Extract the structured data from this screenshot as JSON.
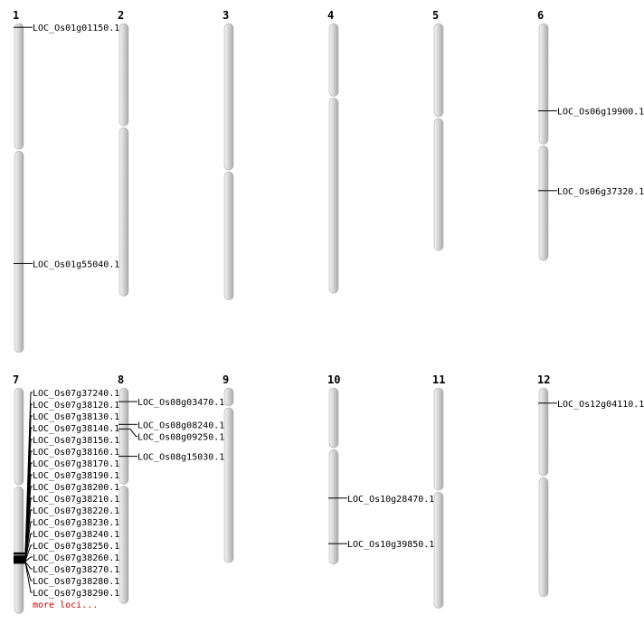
{
  "colors": {
    "chromosome_light": "#f4f4f4",
    "chromosome_mid": "#d6d6d6",
    "chromosome_dark": "#a8a8a8",
    "more_loci": "#cc0000"
  },
  "chromosomes": [
    {
      "id": "1",
      "length_mb": 43.3,
      "centromere_mb": 16.7,
      "loci": [
        {
          "name": "LOC_Os01g01150.1",
          "pos_mb": 0.5
        },
        {
          "name": "LOC_Os01g55040.1",
          "pos_mb": 31.6
        }
      ]
    },
    {
      "id": "2",
      "length_mb": 35.9,
      "centromere_mb": 13.6,
      "loci": []
    },
    {
      "id": "3",
      "length_mb": 36.4,
      "centromere_mb": 19.4,
      "loci": []
    },
    {
      "id": "4",
      "length_mb": 35.5,
      "centromere_mb": 9.7,
      "loci": []
    },
    {
      "id": "5",
      "length_mb": 29.9,
      "centromere_mb": 12.4,
      "loci": []
    },
    {
      "id": "6",
      "length_mb": 31.2,
      "centromere_mb": 16.0,
      "loci": [
        {
          "name": "LOC_Os06g19900.1",
          "pos_mb": 11.5
        },
        {
          "name": "LOC_Os06g37320.1",
          "pos_mb": 22.0
        }
      ]
    },
    {
      "id": "7",
      "length_mb": 29.7,
      "centromere_mb": 12.9,
      "loci": [
        {
          "name": "LOC_Os07g37240.1",
          "pos_mb": 21.8
        },
        {
          "name": "LOC_Os07g38120.1",
          "pos_mb": 22.2
        },
        {
          "name": "LOC_Os07g38130.1",
          "pos_mb": 22.25
        },
        {
          "name": "LOC_Os07g38140.1",
          "pos_mb": 22.3
        },
        {
          "name": "LOC_Os07g38150.1",
          "pos_mb": 22.35
        },
        {
          "name": "LOC_Os07g38160.1",
          "pos_mb": 22.4
        },
        {
          "name": "LOC_Os07g38170.1",
          "pos_mb": 22.45
        },
        {
          "name": "LOC_Os07g38190.1",
          "pos_mb": 22.5
        },
        {
          "name": "LOC_Os07g38200.1",
          "pos_mb": 22.55
        },
        {
          "name": "LOC_Os07g38210.1",
          "pos_mb": 22.6
        },
        {
          "name": "LOC_Os07g38220.1",
          "pos_mb": 22.65
        },
        {
          "name": "LOC_Os07g38230.1",
          "pos_mb": 22.7
        },
        {
          "name": "LOC_Os07g38240.1",
          "pos_mb": 22.75
        },
        {
          "name": "LOC_Os07g38250.1",
          "pos_mb": 22.8
        },
        {
          "name": "LOC_Os07g38260.1",
          "pos_mb": 22.85
        },
        {
          "name": "LOC_Os07g38270.1",
          "pos_mb": 22.9
        },
        {
          "name": "LOC_Os07g38280.1",
          "pos_mb": 22.95
        },
        {
          "name": "LOC_Os07g38290.1",
          "pos_mb": 23.0
        }
      ],
      "more_label": "more loci..."
    },
    {
      "id": "8",
      "length_mb": 28.4,
      "centromere_mb": 12.8,
      "loci": [
        {
          "name": "LOC_Os08g03470.1",
          "pos_mb": 1.8
        },
        {
          "name": "LOC_Os08g08240.1",
          "pos_mb": 4.8
        },
        {
          "name": "LOC_Os08g09250.1",
          "pos_mb": 5.4
        },
        {
          "name": "LOC_Os08g15030.1",
          "pos_mb": 9.0
        }
      ]
    },
    {
      "id": "9",
      "length_mb": 23.0,
      "centromere_mb": 2.5,
      "loci": []
    },
    {
      "id": "10",
      "length_mb": 23.2,
      "centromere_mb": 8.0,
      "loci": [
        {
          "name": "LOC_Os10g28470.1",
          "pos_mb": 14.5
        },
        {
          "name": "LOC_Os10g39850.1",
          "pos_mb": 20.5
        }
      ]
    },
    {
      "id": "11",
      "length_mb": 29.0,
      "centromere_mb": 13.6,
      "loci": []
    },
    {
      "id": "12",
      "length_mb": 27.5,
      "centromere_mb": 11.7,
      "loci": [
        {
          "name": "LOC_Os12g04110.1",
          "pos_mb": 2.0
        }
      ]
    }
  ]
}
